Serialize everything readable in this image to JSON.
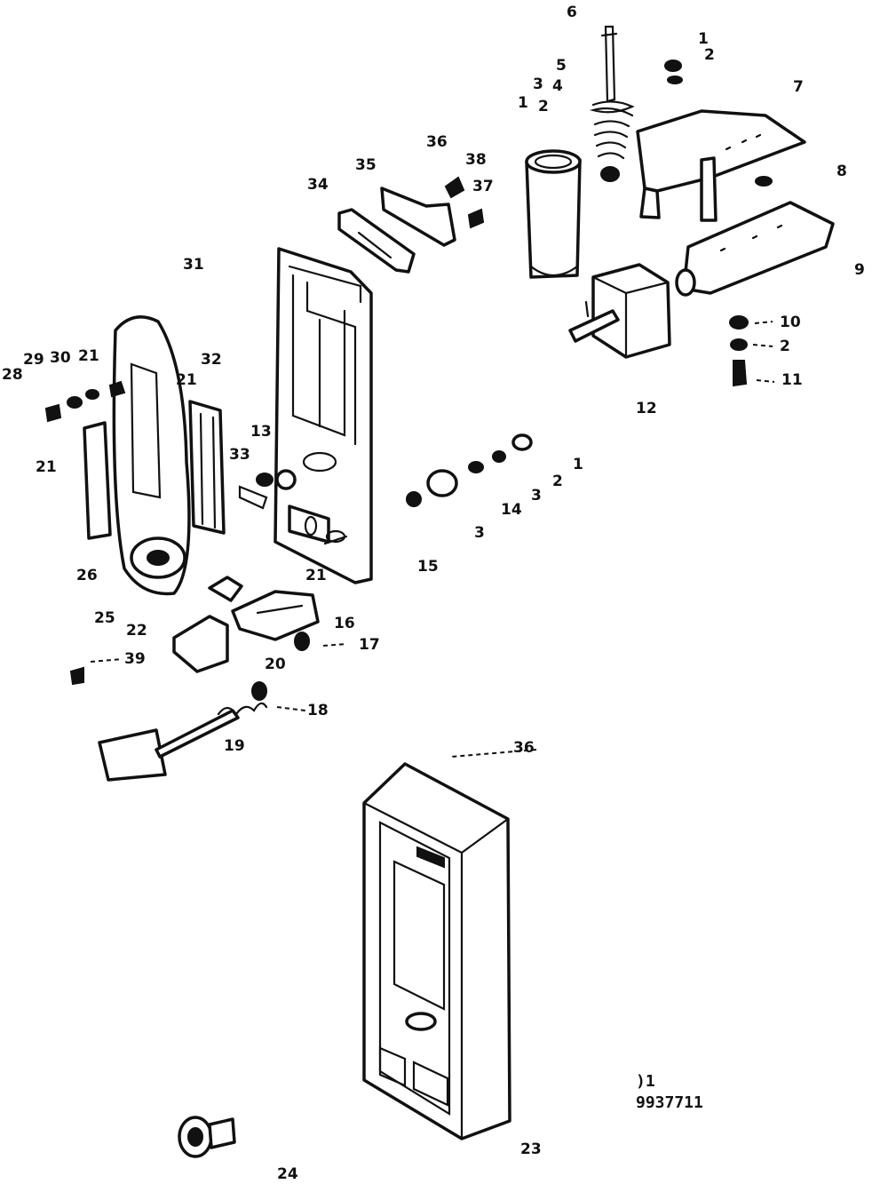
{
  "labels": [
    "6",
    "1",
    "2",
    "5",
    "3",
    "4",
    "1",
    "2",
    "7",
    "8",
    "9",
    "36",
    "38",
    "35",
    "37",
    "34",
    "31",
    "10",
    "2",
    "11",
    "12",
    "28",
    "29",
    "30",
    "21",
    "32",
    "21",
    "21",
    "13",
    "33",
    "1",
    "2",
    "3",
    "14",
    "3",
    "15",
    "26",
    "21",
    "25",
    "22",
    "16",
    "17",
    "39",
    "20",
    "18",
    "19",
    "36",
    "23",
    "24"
  ],
  "drawing_code": {
    "line1": ")1",
    "line2": "9937711"
  }
}
